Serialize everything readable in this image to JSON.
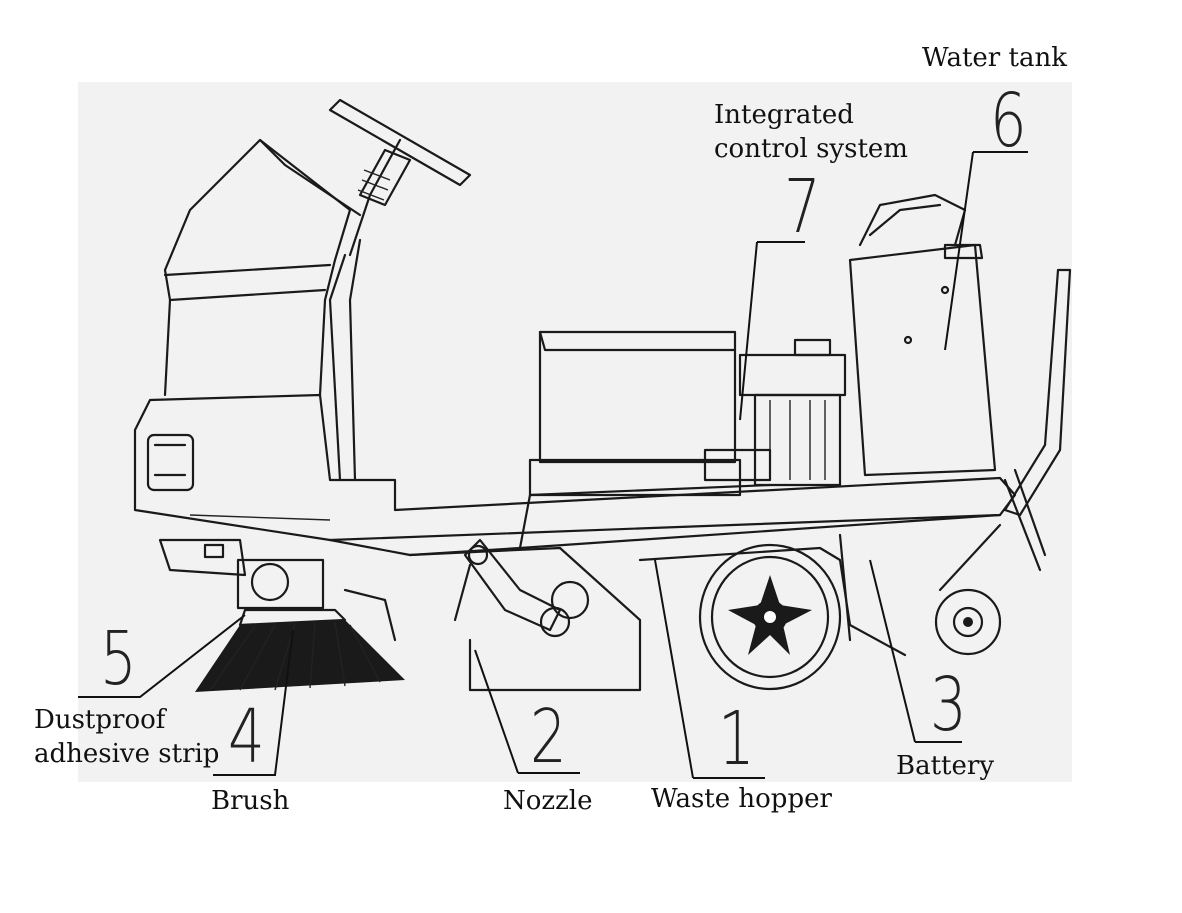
{
  "diagram": {
    "labels": {
      "water_tank": "Water tank",
      "integrated_control_system_line1": "Integrated",
      "integrated_control_system_line2": "control system",
      "dustproof_line1": "Dustproof",
      "dustproof_line2": "adhesive strip",
      "brush": "Brush",
      "nozzle": "Nozzle",
      "waste_hopper": "Waste hopper",
      "battery": "Battery"
    },
    "numbers": {
      "n1": "1",
      "n2": "2",
      "n3": "3",
      "n4": "4",
      "n5": "5",
      "n6": "6",
      "n7": "7"
    }
  }
}
